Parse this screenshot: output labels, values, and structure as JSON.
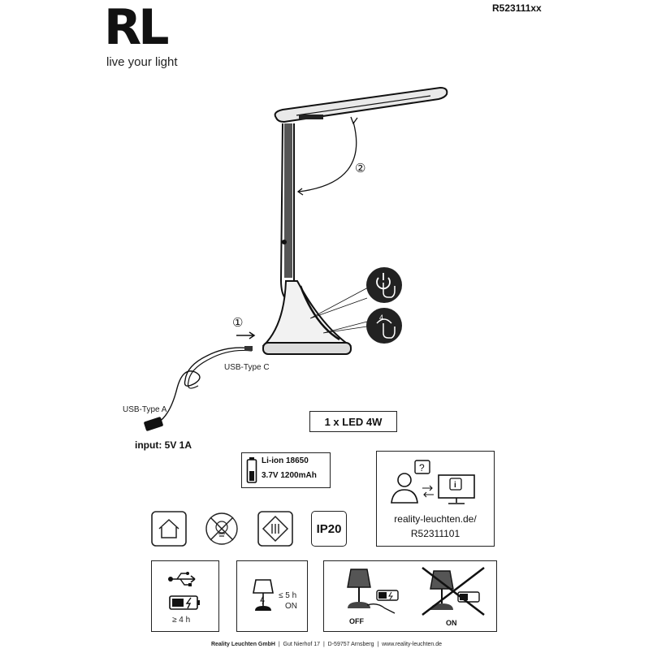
{
  "header": {
    "brand_mark": "RL",
    "tagline": "live your light",
    "model_number": "R523111xx"
  },
  "steps": {
    "step1": "①",
    "step2": "②"
  },
  "labels": {
    "usb_c": "USB-Type C",
    "usb_a": "USB-Type A",
    "input": "input: 5V 1A",
    "led": "1 x LED 4W"
  },
  "battery": {
    "type": "Li-ion 18650",
    "spec": "3.7V 1200mAh"
  },
  "info": {
    "url": "reality-leuchten.de/",
    "code": "R52311101"
  },
  "symbols": {
    "ip_rating": "IP20"
  },
  "charging": {
    "charge_time": "≥ 4 h"
  },
  "runtime": {
    "duration": "≤ 5 h",
    "state": "ON"
  },
  "usage": {
    "off_label": "OFF",
    "on_label": "ON"
  },
  "footer": {
    "company": "Reality Leuchten GmbH",
    "sep": "|",
    "street": "Gut Nierhof 17",
    "city": "D-59757 Arnsberg",
    "web": "www.reality-leuchten.de"
  },
  "colors": {
    "ink": "#111111",
    "paper": "#ffffff"
  }
}
